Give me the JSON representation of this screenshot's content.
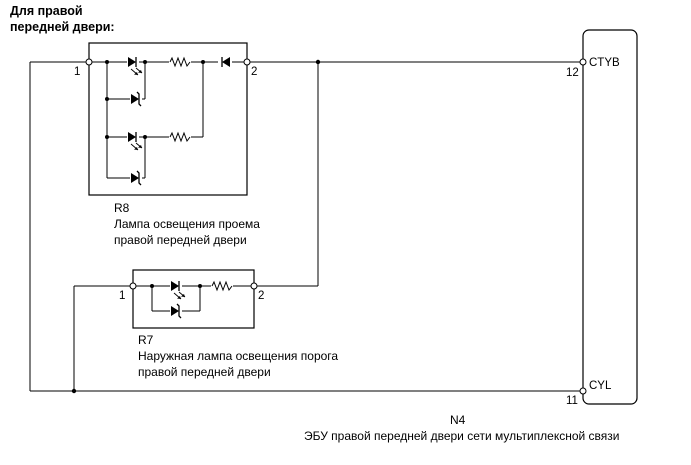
{
  "header": {
    "line1": "Для  правой",
    "line2": "передней двери:"
  },
  "r8": {
    "id": "R8",
    "desc1": "Лампа освещения проема",
    "desc2": "правой передней двери",
    "pin1": "1",
    "pin2": "2"
  },
  "r7": {
    "id": "R7",
    "desc1": "Наружная лампа освещения порога",
    "desc2": "правой передней двери",
    "pin1": "1",
    "pin2": "2"
  },
  "n4": {
    "id": "N4",
    "desc": "ЭБУ правой передней двери сети мультиплексной связи",
    "pin_ctyb_num": "12",
    "pin_ctyb_name": "CTYB",
    "pin_cyl_num": "11",
    "pin_cyl_name": "CYL"
  }
}
